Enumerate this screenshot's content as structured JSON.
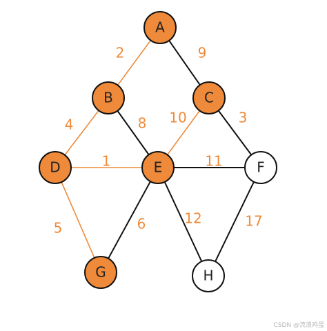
{
  "colors": {
    "highlight": "#ee8a3a",
    "normal": "#111111",
    "node_fill_highlight": "#ee8a3a",
    "node_fill_normal": "#ffffff",
    "node_stroke": "#111111"
  },
  "nodes": [
    {
      "id": "A",
      "label": "A",
      "highlighted": true
    },
    {
      "id": "B",
      "label": "B",
      "highlighted": true
    },
    {
      "id": "C",
      "label": "C",
      "highlighted": true
    },
    {
      "id": "D",
      "label": "D",
      "highlighted": true
    },
    {
      "id": "E",
      "label": "E",
      "highlighted": true
    },
    {
      "id": "F",
      "label": "F",
      "highlighted": false
    },
    {
      "id": "G",
      "label": "G",
      "highlighted": true
    },
    {
      "id": "H",
      "label": "H",
      "highlighted": false
    }
  ],
  "edges": [
    {
      "from": "A",
      "to": "B",
      "weight": "2",
      "highlighted": true
    },
    {
      "from": "A",
      "to": "C",
      "weight": "9",
      "highlighted": false
    },
    {
      "from": "B",
      "to": "D",
      "weight": "4",
      "highlighted": true
    },
    {
      "from": "B",
      "to": "E",
      "weight": "8",
      "highlighted": false
    },
    {
      "from": "C",
      "to": "E",
      "weight": "10",
      "highlighted": true
    },
    {
      "from": "C",
      "to": "F",
      "weight": "3",
      "highlighted": false
    },
    {
      "from": "D",
      "to": "E",
      "weight": "1",
      "highlighted": true
    },
    {
      "from": "E",
      "to": "F",
      "weight": "11",
      "highlighted": false
    },
    {
      "from": "D",
      "to": "G",
      "weight": "5",
      "highlighted": true
    },
    {
      "from": "E",
      "to": "G",
      "weight": "6",
      "highlighted": false
    },
    {
      "from": "E",
      "to": "H",
      "weight": "12",
      "highlighted": false
    },
    {
      "from": "F",
      "to": "H",
      "weight": "17",
      "highlighted": false
    }
  ],
  "watermark": "CSDN @流浪鸡蛋"
}
